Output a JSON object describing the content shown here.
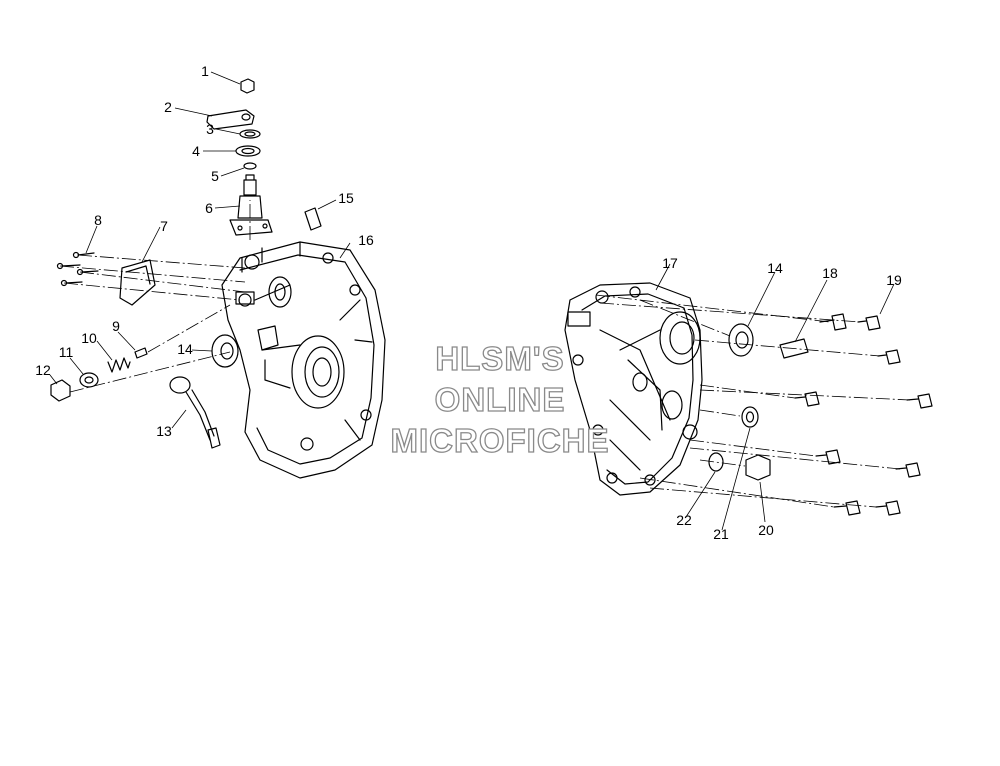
{
  "callouts": [
    "1",
    "2",
    "3",
    "4",
    "5",
    "6",
    "7",
    "8",
    "9",
    "10",
    "11",
    "12",
    "13",
    "14",
    "15",
    "16",
    "17",
    "14",
    "18",
    "19",
    "20",
    "21",
    "22"
  ],
  "watermark": [
    "HLSM'S",
    "ONLINE",
    "MICROFICHE"
  ],
  "colors": {
    "line": "#000000",
    "watermark_outline": "#8a8a8a",
    "background": "#ffffff"
  }
}
